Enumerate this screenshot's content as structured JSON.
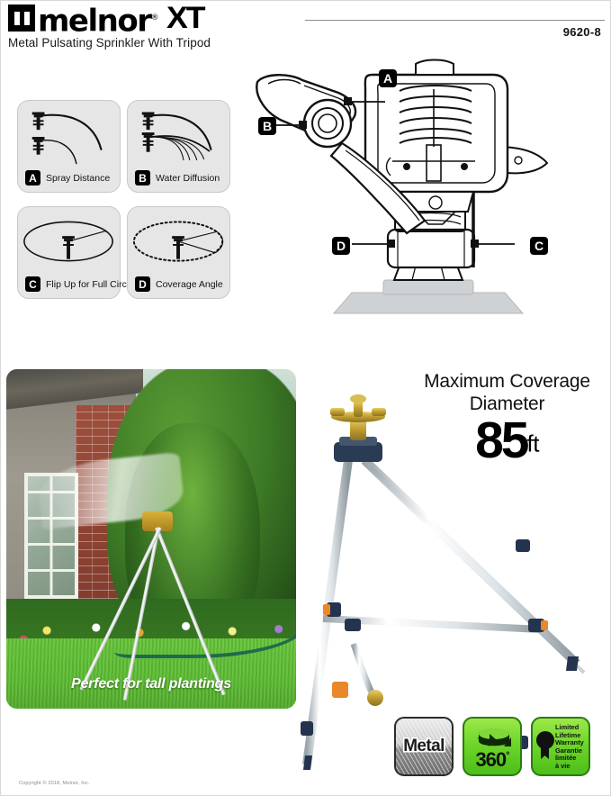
{
  "header": {
    "brand": "melnor",
    "brand_reg": "®",
    "brand_sub": "XT",
    "subtitle": "Metal Pulsating Sprinkler With Tripod",
    "model_number": "9620-8"
  },
  "features": [
    {
      "letter": "A",
      "label": "Spray Distance",
      "icon": "spray-arc-icon"
    },
    {
      "letter": "B",
      "label": "Water Diffusion",
      "icon": "diffusion-arcs-icon"
    },
    {
      "letter": "C",
      "label": "Flip Up for Full Circle",
      "icon": "full-circle-icon"
    },
    {
      "letter": "D",
      "label": "Coverage Angle",
      "icon": "coverage-angle-icon"
    }
  ],
  "diagram": {
    "name": "sprinkler-head-cutaway",
    "callouts": [
      {
        "letter": "A"
      },
      {
        "letter": "B"
      },
      {
        "letter": "C"
      },
      {
        "letter": "D"
      }
    ]
  },
  "coverage": {
    "line1": "Maximum Coverage",
    "line2": "Diameter",
    "value": "85",
    "unit": "ft"
  },
  "photo": {
    "caption": "Perfect for tall plantings",
    "alt": "metal pulsating sprinkler on tripod watering tall plantings beside a brick house"
  },
  "badges": [
    {
      "id": "metal",
      "label": "Metal"
    },
    {
      "id": "rotation",
      "label": "360",
      "degree": "°"
    },
    {
      "id": "warranty",
      "line1": "Limited",
      "line2": "Lifetime",
      "line3": "Warranty",
      "line4": "Garantie",
      "line5": "limitée",
      "line6": "à vie"
    }
  ],
  "footer": {
    "copyright": "Copyright © 2018, Melnor, Inc."
  },
  "colors": {
    "accent_green": "#6fd62a",
    "panel_gray": "#e6e6e6",
    "ink": "#000000"
  }
}
